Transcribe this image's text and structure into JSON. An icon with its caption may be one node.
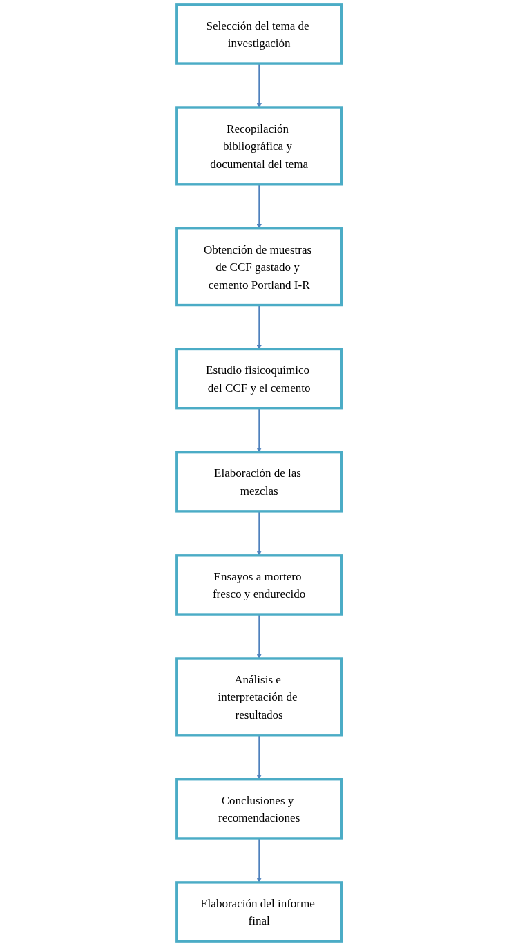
{
  "diagram": {
    "nodes": [
      {
        "text": [
          "Selección del tema de investigación"
        ]
      },
      {
        "text": [
          "Recopilación bibliográfica y documental del tema"
        ]
      },
      {
        "text": [
          "Obtención de muestras de CCF gastado y cemento Portland I-R"
        ]
      },
      {
        "text": [
          "Estudio fisicoquímico del CCF y el cemento"
        ]
      },
      {
        "text": [
          "Elaboración de las mezclas"
        ]
      },
      {
        "text": [
          "Ensayos a mortero fresco y endurecido"
        ]
      },
      {
        "text": [
          "Análisis e interpretación de resultados"
        ]
      },
      {
        "text": [
          "Conclusiones y recomendaciones"
        ]
      },
      {
        "text": [
          "Elaboración del informe final"
        ]
      }
    ],
    "edges": [
      {
        "from": 0,
        "to": 1,
        "arrow": "to"
      },
      {
        "from": 1,
        "to": 2,
        "arrow": "to"
      },
      {
        "from": 2,
        "to": 3,
        "arrow": "to"
      },
      {
        "from": 3,
        "to": 4,
        "arrow": "to"
      },
      {
        "from": 4,
        "to": 5,
        "arrow": "to"
      },
      {
        "from": 5,
        "to": 6,
        "arrow": "to"
      },
      {
        "from": 6,
        "to": 7,
        "arrow": "to"
      },
      {
        "from": 7,
        "to": 8,
        "arrow": "to"
      }
    ]
  }
}
